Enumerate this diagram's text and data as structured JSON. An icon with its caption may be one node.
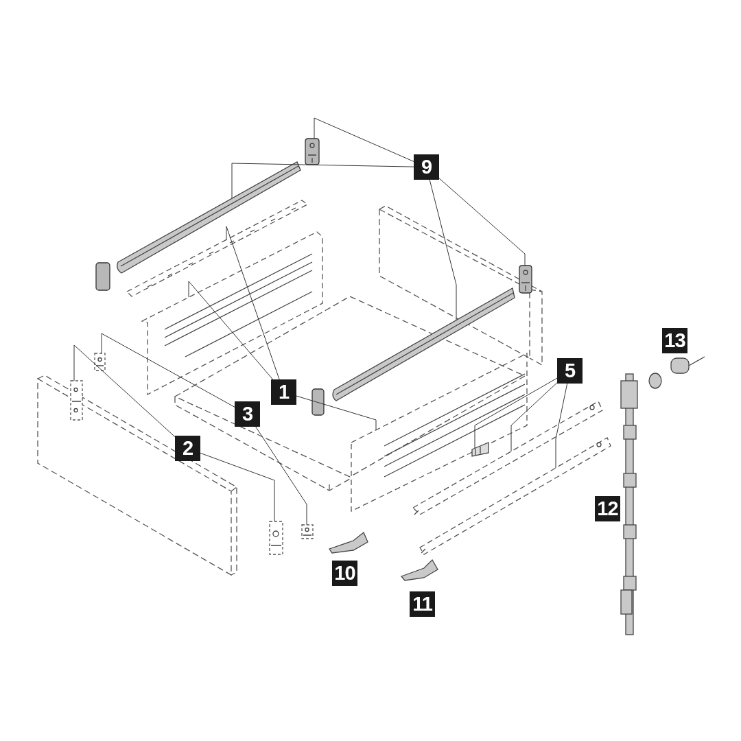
{
  "diagram": {
    "nodes": [
      {
        "text": [
          "9"
        ]
      },
      {
        "text": [
          "13"
        ]
      },
      {
        "text": [
          "5"
        ]
      },
      {
        "text": [
          "1"
        ]
      },
      {
        "text": [
          "3"
        ]
      },
      {
        "text": [
          "2"
        ]
      },
      {
        "text": [
          "12"
        ]
      },
      {
        "text": [
          "10"
        ]
      },
      {
        "text": [
          "11"
        ]
      },
      {
        "text": [],
        "shape": "picture"
      },
      {
        "text": [],
        "shape": "picture"
      },
      {
        "text": [],
        "shape": "picture"
      },
      {
        "text": [],
        "shape": "picture"
      },
      {
        "text": [],
        "shape": "picture"
      },
      {
        "text": [],
        "shape": "picture"
      },
      {
        "text": [],
        "shape": "picture"
      },
      {
        "text": [],
        "shape": "picture"
      },
      {
        "text": [],
        "shape": "picture"
      },
      {
        "text": [],
        "shape": "picture"
      },
      {
        "text": [],
        "shape": "picture"
      },
      {
        "text": [],
        "shape": "picture"
      },
      {
        "text": [],
        "shape": "picture"
      },
      {
        "text": [],
        "shape": "picture"
      }
    ],
    "edges": [
      {
        "from": 0,
        "to": 9,
        "arrow": "none"
      },
      {
        "from": 0,
        "to": 10,
        "arrow": "none"
      },
      {
        "from": 0,
        "to": 11,
        "arrow": "none"
      },
      {
        "from": 0,
        "to": 12,
        "arrow": "none"
      },
      {
        "from": 2,
        "to": 20,
        "arrow": "none"
      },
      {
        "from": 2,
        "to": 21,
        "arrow": "none"
      },
      {
        "from": 2,
        "to": 22,
        "arrow": "none"
      },
      {
        "from": 3,
        "to": 13,
        "arrow": "none"
      },
      {
        "from": 3,
        "to": 14,
        "arrow": "none"
      },
      {
        "from": 3,
        "to": 15,
        "arrow": "none"
      },
      {
        "from": 4,
        "to": 16,
        "arrow": "none"
      },
      {
        "from": 4,
        "to": 17,
        "arrow": "none"
      },
      {
        "from": 5,
        "to": 18,
        "arrow": "none"
      },
      {
        "from": 5,
        "to": 19,
        "arrow": "none"
      }
    ]
  }
}
